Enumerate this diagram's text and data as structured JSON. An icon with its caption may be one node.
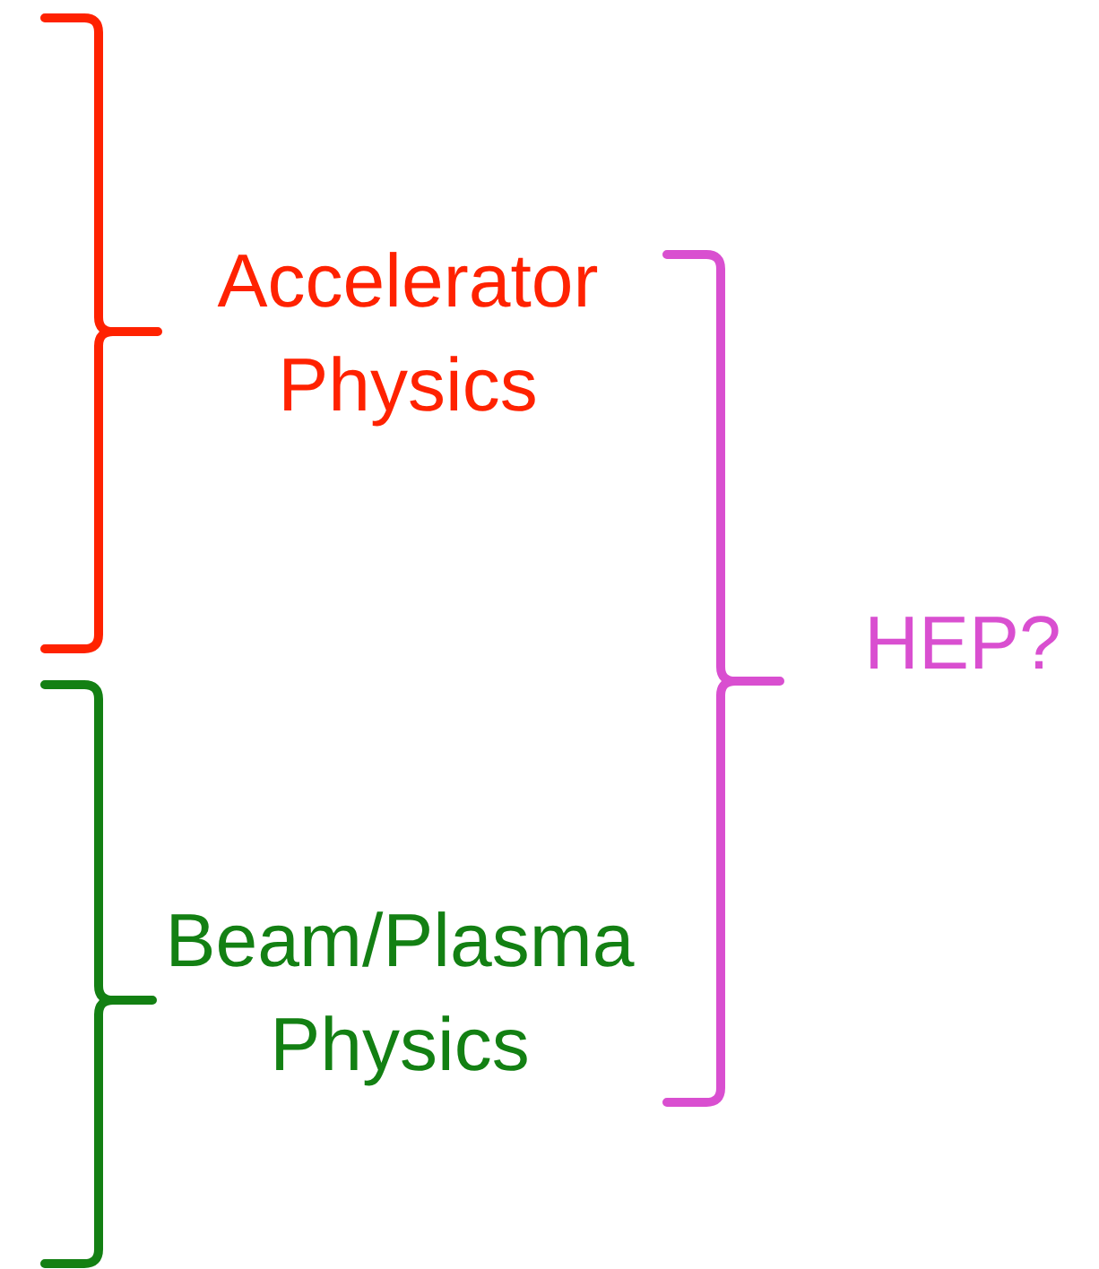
{
  "diagram": {
    "labels": [
      "Accelerator Physics",
      "Beam/Plasma Physics",
      "HEP?"
    ]
  }
}
